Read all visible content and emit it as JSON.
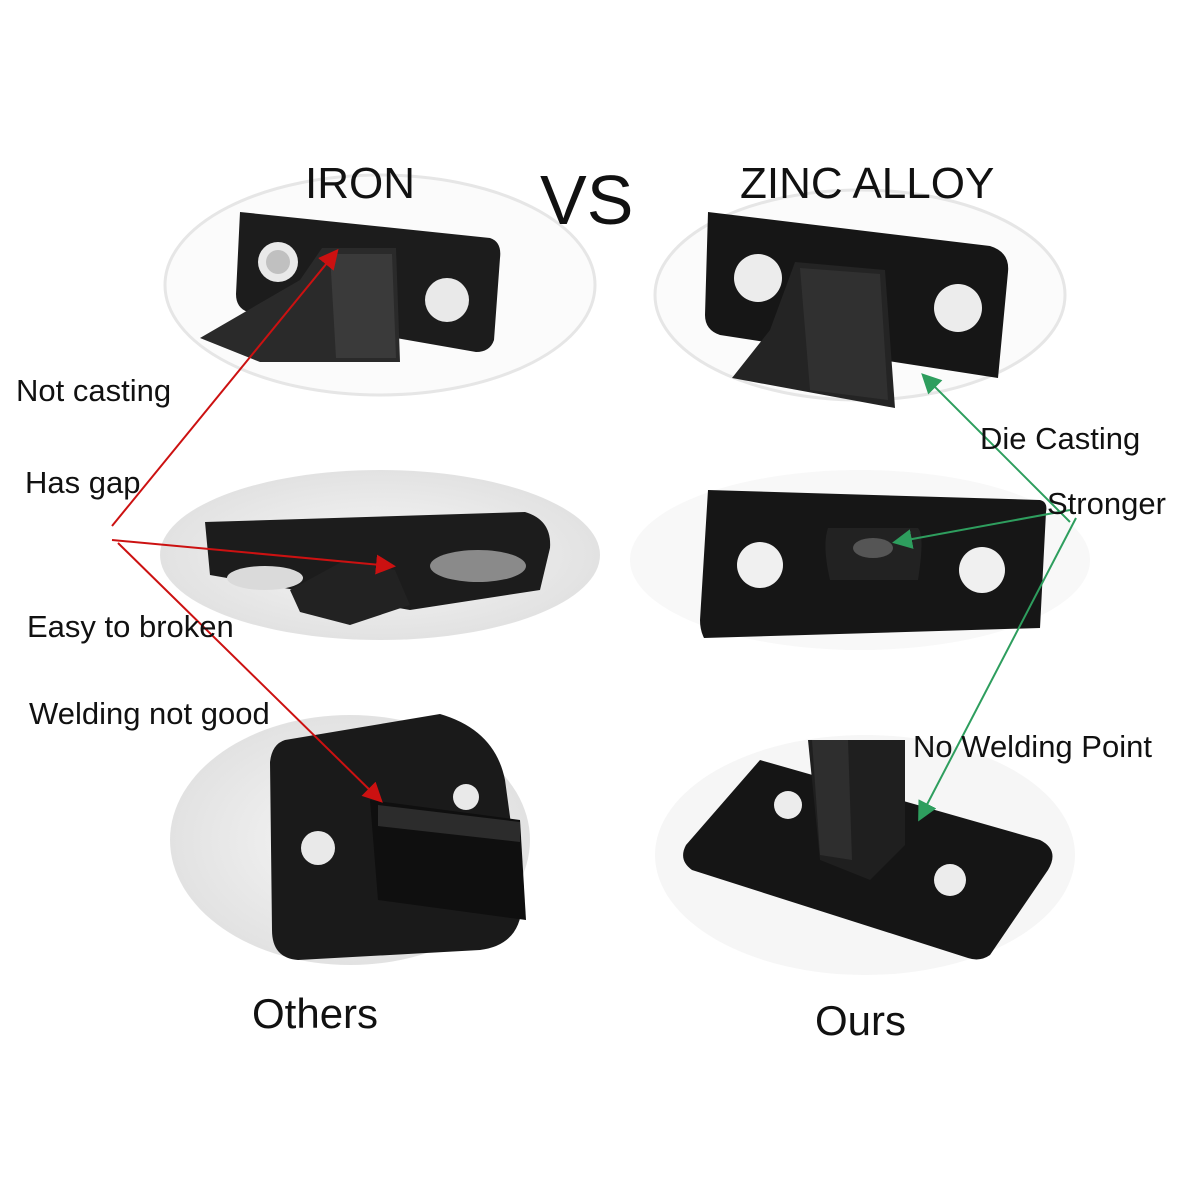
{
  "header": {
    "left_title": "IRON",
    "vs_label": "VS",
    "right_title": "ZINC ALLOY"
  },
  "left_notes": [
    "Not casting",
    "Has gap",
    "Easy to broken",
    "Welding not good"
  ],
  "right_notes": [
    "Die Casting",
    "Stronger",
    "No Welding Point"
  ],
  "captions": {
    "left": "Others",
    "right": "Ours"
  },
  "colors": {
    "background": "#ffffff",
    "part": "#1a1a1a",
    "ellipse": "#ebebeb",
    "left_arrow": "#cc1111",
    "right_arrow": "#2e9e5e",
    "text": "#111111"
  }
}
